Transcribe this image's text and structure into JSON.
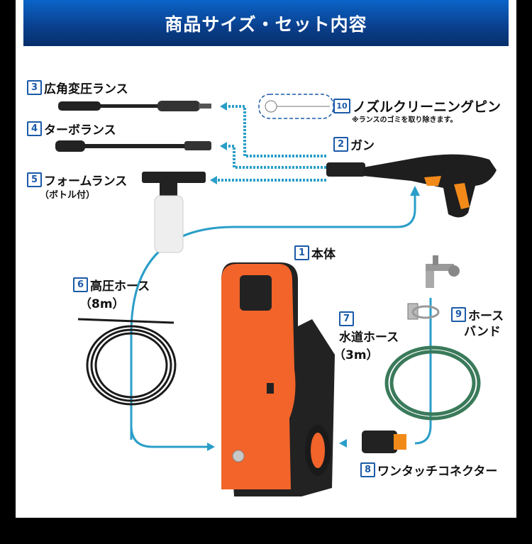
{
  "header": {
    "title": "商品サイズ・セット内容"
  },
  "items": [
    {
      "num": "1",
      "label": "本体"
    },
    {
      "num": "2",
      "label": "ガン"
    },
    {
      "num": "3",
      "label": "広角変圧ランス"
    },
    {
      "num": "4",
      "label": "ターボランス"
    },
    {
      "num": "5",
      "label": "フォームランス",
      "sub": "（ボトル付）"
    },
    {
      "num": "6",
      "label": "高圧ホース",
      "sub": "（8m）"
    },
    {
      "num": "7",
      "label": "水道ホース",
      "sub": "（3m）"
    },
    {
      "num": "8",
      "label": "ワンタッチコネクター"
    },
    {
      "num": "9",
      "label": "ホース",
      "label2": "バンド"
    },
    {
      "num": "10",
      "label": "ノズルクリーニングピン",
      "note": "※ランスのゴミを取り除きます。"
    }
  ],
  "colors": {
    "header": "#0a4fa8",
    "accent": "#1a5aa8",
    "body_orange": "#f2642a",
    "arrow": "#2a9ec8",
    "hose_green": "#3a7a5a"
  }
}
